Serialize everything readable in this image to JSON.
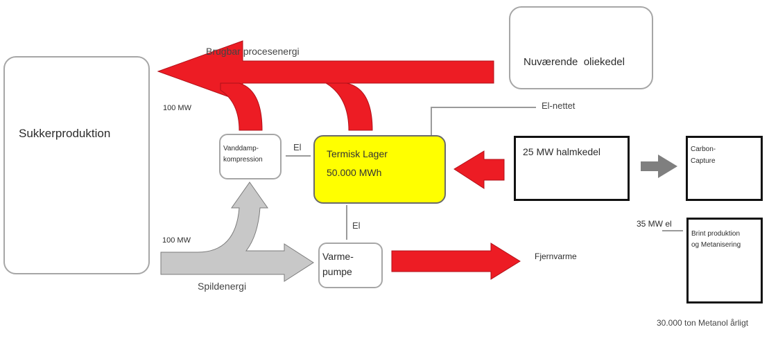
{
  "diagram": {
    "nodes": {
      "sugar_production": "Sukkerproduktion",
      "oil_boiler": "Nuværende  oliekedel",
      "vapor_compression": [
        "Vanddamp-",
        "kompression"
      ],
      "thermal_storage": {
        "title": "Termisk Lager",
        "capacity": "50.000 MWh"
      },
      "straw_boiler": "25 MW halmkedel",
      "carbon_capture": [
        "Carbon-",
        "Capture"
      ],
      "hydrogen_methanation": [
        "Brint produktion",
        "og Metanisering"
      ],
      "heat_pump": [
        "Varme-",
        "pumpe"
      ]
    },
    "labels": {
      "usable_process_energy": "Brugbar procesenergi",
      "process_energy_mw": "100 MW",
      "waste_energy_mw": "100 MW",
      "waste_energy": "Spildenergi",
      "el_link_compression": "El",
      "el_link_heatpump": "El",
      "grid": "El-nettet",
      "district_heating": "Fjernvarme",
      "electricity_input": "35 MW el",
      "methanol_output": "30.000 ton Metanol årligt"
    },
    "colors": {
      "heat_flow": "#ed1c24",
      "waste_flow": "#c8c8c8",
      "co2_flow": "#7f7f7f",
      "storage": "#ffff00"
    }
  }
}
